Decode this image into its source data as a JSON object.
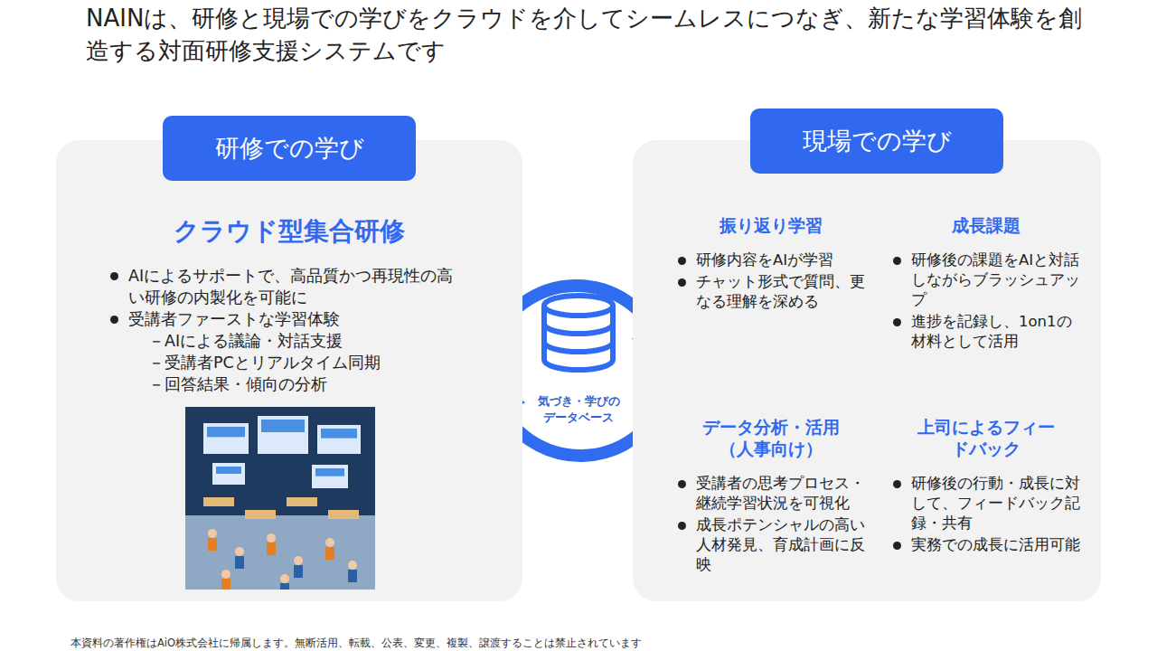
{
  "diagram": {
    "title": "NAINは、研修と現場での学びをクラウドを介してシームレスにつなぎ、新たな学習体験を創造する対面研修支援システムです",
    "nodes": [
      {
        "text": [
          "クラウド型集合研修",
          "AIによるサポートで、高品質かつ再現性の高い研修の内製化を可能に",
          "受講者ファーストな学習体験",
          "－AIによる議論・対話支援",
          "－受講者PCとリアルタイム同期",
          "－回答結果・傾向の分析"
        ]
      },
      {
        "text": [
          "研修での学び"
        ],
        "in": 0
      },
      {
        "text": [
          "気づき・学びのデータベース"
        ]
      },
      {
        "text": [
          "振り返り学習",
          "研修内容をAIが学習",
          "チャット形式で質問、更なる理解を深める",
          "成長課題",
          "研修後の課題をAIと対話しながらブラッシュアップ",
          "進捗を記録し、1on1の材料として活用",
          "データ分析・活用（人事向け）",
          "受講者の思考プロセス・継続学習状況を可視化",
          "成長ポテンシャルの高い人材発見、育成計画に反映",
          "上司によるフィードバック",
          "研修後の行動・成長に対して、フィードバック記録・共有",
          "実務での成長に活用可能"
        ]
      },
      {
        "text": [
          "現場での学び"
        ],
        "in": 3
      }
    ],
    "labels": [
      "本資料の著作権はAiO株式会社に帰属します。無断活用、転載、公表、変更、複製、譲渡することは禁止されています"
    ]
  }
}
